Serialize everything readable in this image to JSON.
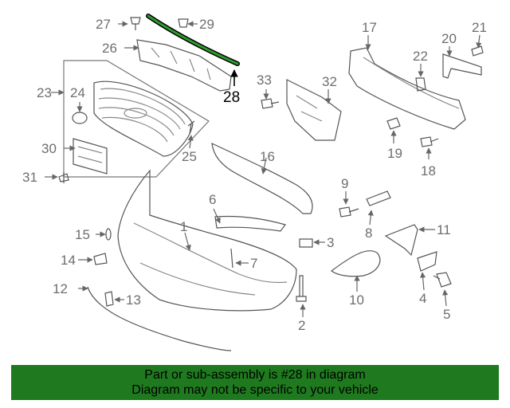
{
  "diagram": {
    "highlighted_part": "28",
    "highlight_color": "#1f7a1f",
    "callouts": [
      {
        "id": "p1",
        "label": "1"
      },
      {
        "id": "p2",
        "label": "2"
      },
      {
        "id": "p3",
        "label": "3"
      },
      {
        "id": "p4",
        "label": "4"
      },
      {
        "id": "p5",
        "label": "5"
      },
      {
        "id": "p6",
        "label": "6"
      },
      {
        "id": "p7",
        "label": "7"
      },
      {
        "id": "p8",
        "label": "8"
      },
      {
        "id": "p9",
        "label": "9"
      },
      {
        "id": "p10",
        "label": "10"
      },
      {
        "id": "p11",
        "label": "11"
      },
      {
        "id": "p12",
        "label": "12"
      },
      {
        "id": "p13",
        "label": "13"
      },
      {
        "id": "p14",
        "label": "14"
      },
      {
        "id": "p15",
        "label": "15"
      },
      {
        "id": "p16",
        "label": "16"
      },
      {
        "id": "p17",
        "label": "17"
      },
      {
        "id": "p18",
        "label": "18"
      },
      {
        "id": "p19",
        "label": "19"
      },
      {
        "id": "p20",
        "label": "20"
      },
      {
        "id": "p21",
        "label": "21"
      },
      {
        "id": "p22",
        "label": "22"
      },
      {
        "id": "p23",
        "label": "23"
      },
      {
        "id": "p24",
        "label": "24"
      },
      {
        "id": "p25",
        "label": "25"
      },
      {
        "id": "p26",
        "label": "26"
      },
      {
        "id": "p27",
        "label": "27"
      },
      {
        "id": "p28",
        "label": "28"
      },
      {
        "id": "p29",
        "label": "29"
      },
      {
        "id": "p30",
        "label": "30"
      },
      {
        "id": "p31",
        "label": "31"
      },
      {
        "id": "p32",
        "label": "32"
      },
      {
        "id": "p33",
        "label": "33"
      }
    ]
  },
  "banner": {
    "line1": "Part or sub-assembly is #28 in diagram",
    "line2": "Diagram may not be specific to your vehicle",
    "background": "#1f7a1f"
  }
}
